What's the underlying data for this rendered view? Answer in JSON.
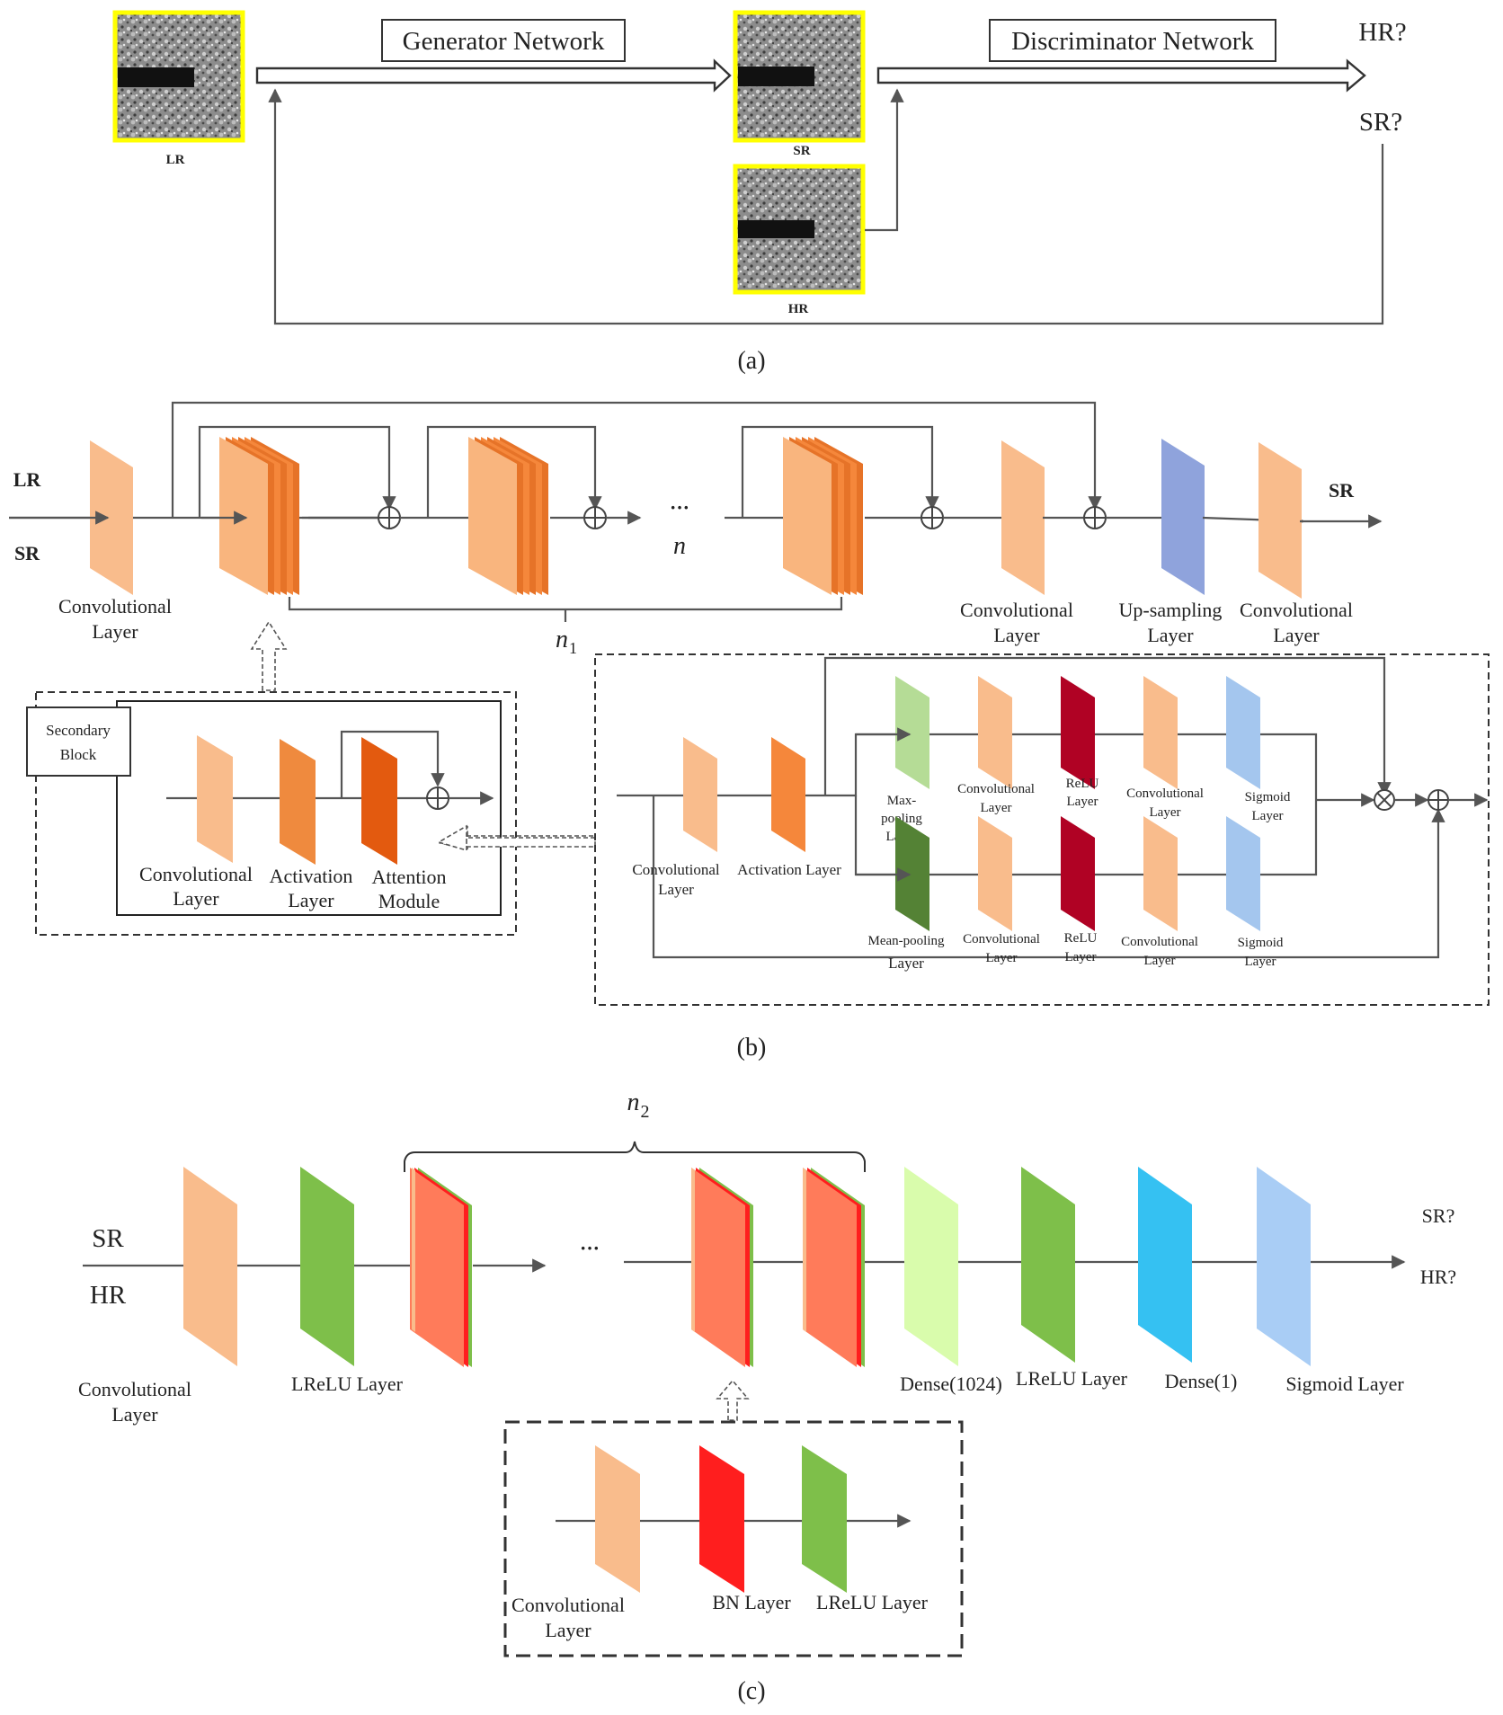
{
  "colors": {
    "conv": "#f9bc8c",
    "stack": "#f5873b",
    "activation": "#ef8a3e",
    "attention": "#e35a0f",
    "upsample": "#8fa3dc",
    "maxpool": "#b5dc96",
    "meanpool": "#548235",
    "relu": "#b00224",
    "sigmoid": "#a4c6ee",
    "lrelu": "#7ebf4a",
    "disc_block": "#ff7b5a",
    "dense1024": "#d9fcac",
    "dense1": "#35c1f2",
    "sigmoid_c": "#a9cdf5",
    "bn": "#ff1e1e",
    "image_border": "#ffff00"
  },
  "panel_a": {
    "caption": "(a)",
    "lr_label": "LR",
    "sr_label": "SR",
    "hr_label": "HR",
    "generator": "Generator Network",
    "discriminator": "Discriminator Network",
    "out_hr": "HR?",
    "out_sr": "SR?"
  },
  "panel_b": {
    "caption": "(b)",
    "in_lr": "LR",
    "in_sr": "SR",
    "out_sr": "SR",
    "conv1_l1": "Convolutional",
    "conv1_l2": "Layer",
    "dots": "···",
    "n": "n",
    "n1": "n",
    "n1_sub": "1",
    "conv2_l1": "Convolutional",
    "conv2_l2": "Layer",
    "up_l1": "Up-sampling",
    "up_l2": "Layer",
    "conv3_l1": "Convolutional",
    "conv3_l2": "Layer",
    "secondary_l1": "Secondary",
    "secondary_l2": "Block",
    "sec_conv_l1": "Convolutional",
    "sec_conv_l2": "Layer",
    "sec_act_l1": "Activation",
    "sec_act_l2": "Layer",
    "sec_att_l1": "Attention",
    "sec_att_l2": "Module",
    "att_conv_l1": "Convolutional",
    "att_conv_l2": "Layer",
    "att_act": "Activation Layer",
    "maxpool_l1": "Max-",
    "maxpool_l2": "pooling",
    "maxpool_l3": "Layer",
    "meanpool_l1": "Mean-pooling",
    "meanpool_l2": "Layer",
    "conv_a_l1": "Convolutional",
    "conv_a_l2": "Layer",
    "relu_a_l1": "ReLU",
    "relu_a_l2": "Layer",
    "conv_b_l1": "Convolutional",
    "conv_b_l2": "Layer",
    "sig_a_l1": "Sigmoid",
    "sig_a_l2": "Layer",
    "conv_c_l1": "Convolutional",
    "conv_c_l2": "Layer",
    "relu_b_l1": "ReLU",
    "relu_b_l2": "Layer",
    "conv_d_l1": "Convolutional",
    "conv_d_l2": "Layer",
    "sig_b_l1": "Sigmoid",
    "sig_b_l2": "Layer"
  },
  "panel_c": {
    "caption": "(c)",
    "n2": "n",
    "n2_sub": "2",
    "in_sr": "SR",
    "in_hr": "HR",
    "dots": "···",
    "out_sr": "SR?",
    "out_hr": "HR?",
    "conv_l1": "Convolutional",
    "conv_l2": "Layer",
    "lrelu1": "LReLU Layer",
    "dense1024": "Dense(1024)",
    "lrelu2": "LReLU Layer",
    "dense1": "Dense(1)",
    "sigmoid": "Sigmoid Layer",
    "blk_conv_l1": "Convolutional",
    "blk_conv_l2": "Layer",
    "blk_bn": "BN Layer",
    "blk_lrelu": "LReLU Layer"
  }
}
